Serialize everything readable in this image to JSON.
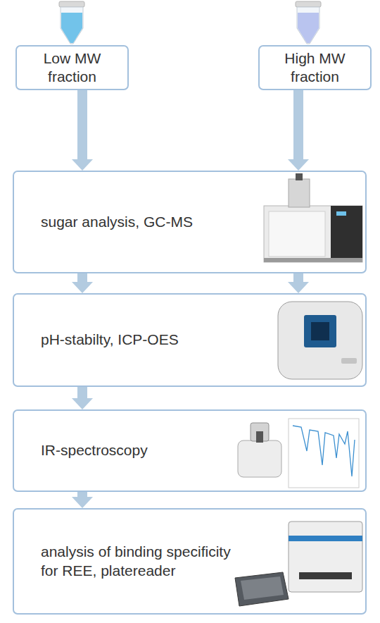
{
  "diagram": {
    "nodes": [
      {
        "text": [
          "Low MW fraction"
        ]
      },
      {
        "text": [
          "High MW fraction"
        ]
      },
      {
        "text": [
          "sugar analysis, GC-MS"
        ]
      },
      {
        "text": [
          "pH-stabilty, ICP-OES"
        ]
      },
      {
        "text": [
          "IR-spectroscopy"
        ]
      },
      {
        "text": [
          "analysis of binding specificity for REE, platereader"
        ]
      }
    ],
    "edges": [
      {
        "from": 0,
        "to": 2,
        "arrow": "to"
      },
      {
        "from": 1,
        "to": 2,
        "arrow": "to"
      },
      {
        "from": 2,
        "to": 3,
        "arrow": "to"
      },
      {
        "from": 2,
        "to": 3,
        "arrow": "to"
      },
      {
        "from": 3,
        "to": 4,
        "arrow": "to"
      },
      {
        "from": 4,
        "to": 5,
        "arrow": "to"
      }
    ]
  }
}
